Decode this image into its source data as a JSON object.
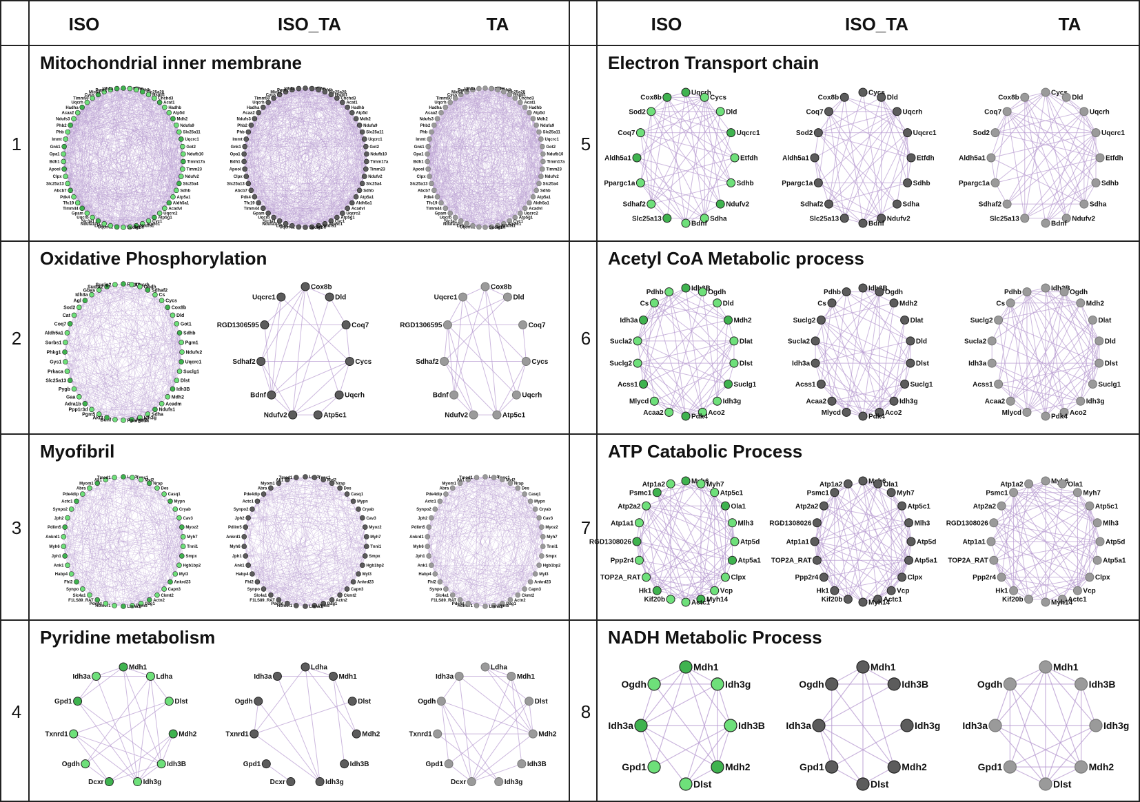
{
  "colors": {
    "border": "#222222",
    "edge": "#b79ad0",
    "node_iso": "#6ee07a",
    "node_iso_dark": "#3fb34f",
    "node_iso_ta": "#5c5c5c",
    "node_ta": "#9a9a9a",
    "node_stroke": "#222222"
  },
  "headers": {
    "row_label_column": "",
    "left": [
      "ISO",
      "ISO_TA",
      "TA"
    ],
    "right": [
      "ISO",
      "ISO_TA",
      "TA"
    ]
  },
  "panels": [
    {
      "number": "1",
      "title": "Mitochondrial inner membrane",
      "side": "left",
      "row": 0,
      "style": "dense",
      "nodes": [
        "Cox8b",
        "Tufm",
        "Etfdh",
        "Slc25a20",
        "Hspd1",
        "Chchd3",
        "Acat1",
        "Hadhb",
        "Atp5d",
        "Mdh2",
        "Ndufa9",
        "Slc25a11",
        "Uqcrc1",
        "Got2",
        "Ndufb10",
        "Timm17a",
        "Timm23",
        "Ndufv2",
        "Slc25a4",
        "Sdhb",
        "Atp5a1",
        "Aldh5a1",
        "Acadvl",
        "Uqcrc2",
        "Atp5g1",
        "Cyc1",
        "Atp5c1",
        "Ndufs1",
        "Sdha",
        "Suclg1",
        "Uqcrfs1",
        "Letm1",
        "Ndufa10l1",
        "Slc3a1",
        "Uqcrb",
        "Gpam",
        "Timm44",
        "Tfc19",
        "Pdk4",
        "Abcb7",
        "Slc25a13",
        "Clpx",
        "Apool",
        "Bdh1",
        "Opa1",
        "Gnk1",
        "Immt",
        "Phb",
        "Phb2",
        "Ndufs3",
        "Acaa2",
        "Hadha",
        "Uqcrh",
        "Timm50",
        "Cycs",
        "Mic61",
        "Pgm1",
        "Idh3a"
      ]
    },
    {
      "number": "2",
      "title": "Oxidative Phosphorylation",
      "side": "left",
      "row": 1,
      "style": "mixed",
      "iso_nodes": [
        "Pygm",
        "Uqcrh",
        "Ogdh",
        "Sdhaf2",
        "Cs",
        "Cycs",
        "Cox8b",
        "Dld",
        "Got1",
        "Sdhb",
        "Pgm1",
        "Ndufv2",
        "Uqcrc1",
        "Suclg1",
        "Dlst",
        "Idh3B",
        "Mdh2",
        "Acadm",
        "Ndufs1",
        "Sdha",
        "Idh3g",
        "Aco2",
        "Ppargc1a",
        "Bdnf",
        "Akt2",
        "Pgm5",
        "Ppp1r3d",
        "Adra1b",
        "Gaa",
        "Pygb",
        "Slc25a13",
        "Prkaca",
        "Gys1",
        "Phkg1",
        "Sorbs1",
        "Aldh5a1",
        "Coq7",
        "Cat",
        "Sod2",
        "Agl",
        "Idh3a",
        "Gbas",
        "Sucla2",
        "Suclg2"
      ],
      "small_nodes": [
        "Cox8b",
        "Dld",
        "Coq7",
        "Cycs",
        "Uqcrh",
        "Atp5c1",
        "Ndufv2",
        "Bdnf",
        "Sdhaf2",
        "RGD1306595",
        "Uqcrc1"
      ]
    },
    {
      "number": "3",
      "title": "Myofibril",
      "side": "left",
      "row": 2,
      "style": "dense",
      "nodes": [
        "Ldb3",
        "Tnnc1",
        "Myl2",
        "Nrap",
        "Des",
        "Casq1",
        "Mypn",
        "Cryab",
        "Cav3",
        "Myoz2",
        "Myh7",
        "Tnni1",
        "Smpx",
        "Hgb1bp2",
        "Myl3",
        "Ankrd23",
        "Capn3",
        "Ckmt2",
        "Actn2",
        "Dag1",
        "Pgm5",
        "Lmna1",
        "Homer1",
        "Pde4d",
        "F1LS89_RAT",
        "Slc4a1",
        "Synpo",
        "Fhl2",
        "Habp4",
        "Ank1",
        "Jph1",
        "Myh6",
        "Ankrd1",
        "Pdlim5",
        "Jph2",
        "Synpo2",
        "Actc1",
        "Pde4dip",
        "Abra",
        "Myom1",
        "Ak1",
        "Tmod1"
      ]
    },
    {
      "number": "4",
      "title": "Pyridine metabolism",
      "side": "left",
      "row": 3,
      "style": "small",
      "iso_nodes": [
        "Mdh1",
        "Ldha",
        "Dlst",
        "Mdh2",
        "Idh3B",
        "Idh3g",
        "Dcxr",
        "Ogdh",
        "Txnrd1",
        "Gpd1",
        "Idh3a"
      ],
      "small_nodes": [
        "Ldha",
        "Mdh1",
        "Dlst",
        "Mdh2",
        "Idh3B",
        "Idh3g",
        "Dcxr",
        "Gpd1",
        "Txnrd1",
        "Ogdh",
        "Idh3a"
      ]
    },
    {
      "number": "5",
      "title": "Electron Transport chain",
      "side": "right",
      "row": 0,
      "style": "small",
      "iso_nodes": [
        "Uqcrh",
        "Cycs",
        "Dld",
        "Uqcrc1",
        "Etfdh",
        "Sdhb",
        "Ndufv2",
        "Sdha",
        "Bdnf",
        "Slc25a13",
        "Sdhaf2",
        "Ppargc1a",
        "Aldh5a1",
        "Coq7",
        "Sod2",
        "Cox8b"
      ],
      "small_nodes": [
        "Cycs",
        "Dld",
        "Uqcrh",
        "Uqcrc1",
        "Etfdh",
        "Sdhb",
        "Sdha",
        "Ndufv2",
        "Bdnf",
        "Slc25a13",
        "Sdhaf2",
        "Ppargc1a",
        "Aldh5a1",
        "Sod2",
        "Coq7",
        "Cox8b"
      ]
    },
    {
      "number": "6",
      "title": "Acetyl CoA Metabolic process",
      "side": "right",
      "row": 1,
      "style": "small",
      "iso_nodes": [
        "Idh3B",
        "Ogdh",
        "Dld",
        "Mdh2",
        "Dlat",
        "Dlst",
        "Suclg1",
        "Idh3g",
        "Aco2",
        "Pdk4",
        "Acaa2",
        "Mlycd",
        "Acss1",
        "Suclg2",
        "Sucla2",
        "Idh3a",
        "Cs",
        "Pdhb"
      ],
      "small_nodes": [
        "Idh3B",
        "Ogdh",
        "Mdh2",
        "Dlat",
        "Dld",
        "Dlst",
        "Suclg1",
        "Idh3g",
        "Aco2",
        "Pdk4",
        "Mlycd",
        "Acaa2",
        "Acss1",
        "Idh3a",
        "Sucla2",
        "Suclg2",
        "Cs",
        "Pdhb"
      ]
    },
    {
      "number": "7",
      "title": "ATP Catabolic Process",
      "side": "right",
      "row": 2,
      "style": "small",
      "iso_nodes": [
        "Myh6",
        "Myh7",
        "Atp5c1",
        "Ola1",
        "Mlh3",
        "Atp5d",
        "Atp5a1",
        "Clpx",
        "Vcp",
        "Myh14",
        "Actc1",
        "Kif20b",
        "Hk1",
        "TOP2A_RAT",
        "Ppp2r4",
        "RGD1308026",
        "Atp1a1",
        "Atp2a2",
        "Psmc1",
        "Atp1a2"
      ],
      "small_nodes": [
        "Myh6",
        "Ola1",
        "Myh7",
        "Atp5c1",
        "Mlh3",
        "Atp5d",
        "Atp5a1",
        "Clpx",
        "Vcp",
        "Actc1",
        "Myh14",
        "Kif20b",
        "Hk1",
        "Ppp2r4",
        "TOP2A_RAT",
        "Atp1a1",
        "RGD1308026",
        "Atp2a2",
        "Psmc1",
        "Atp1a2"
      ]
    },
    {
      "number": "8",
      "title": "NADH Metabolic Process",
      "side": "right",
      "row": 3,
      "style": "big",
      "iso_nodes": [
        "Mdh1",
        "Idh3g",
        "Idh3B",
        "Mdh2",
        "Dlst",
        "Gpd1",
        "Idh3a",
        "Ogdh"
      ],
      "small_nodes": [
        "Mdh1",
        "Idh3B",
        "Idh3g",
        "Mdh2",
        "Dlst",
        "Gpd1",
        "Idh3a",
        "Ogdh"
      ]
    }
  ]
}
